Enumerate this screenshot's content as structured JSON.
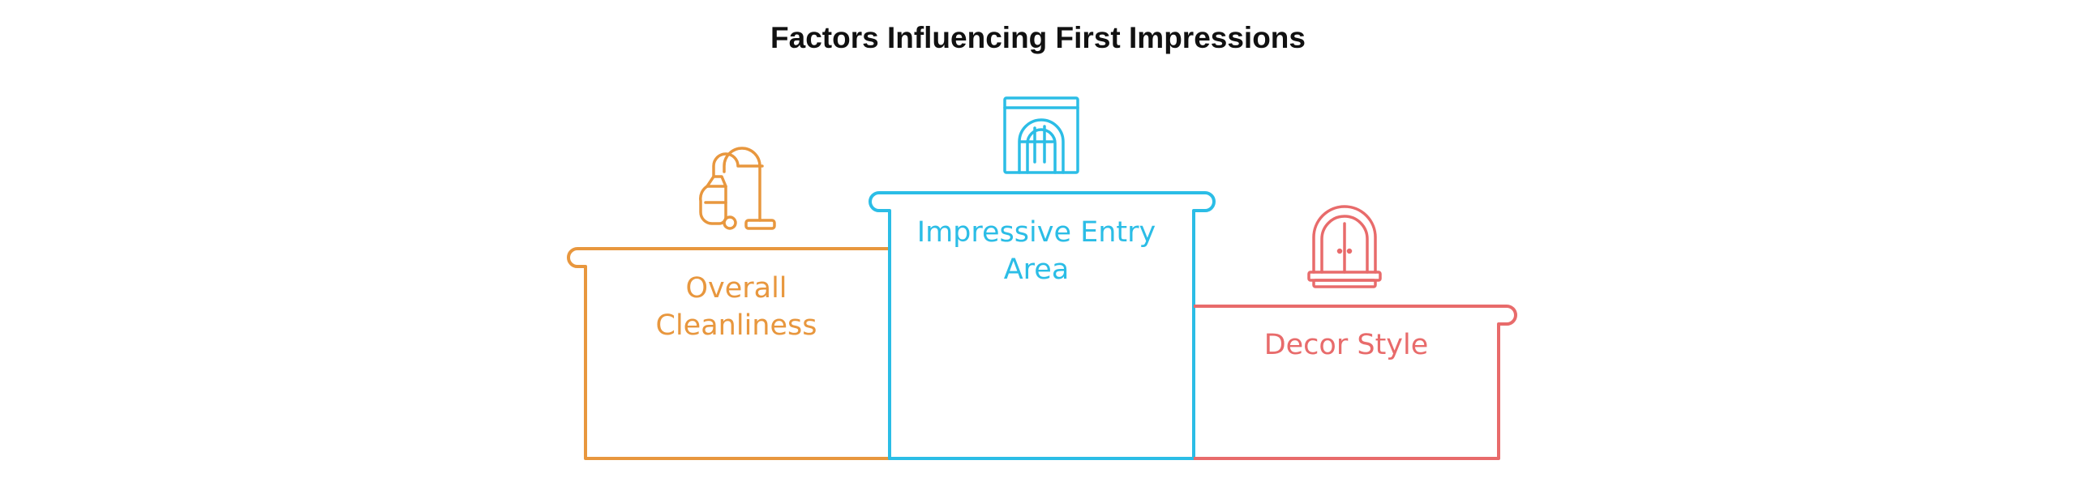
{
  "title": "Factors Influencing First Impressions",
  "colors": {
    "orange": "#E8973E",
    "blue": "#2BBDE6",
    "red": "#E86B6B"
  },
  "steps": [
    {
      "line1": "Overall",
      "line2": "Cleanliness",
      "icon": "vacuum-cleaner-icon",
      "color": "#E8973E"
    },
    {
      "line1": "Impressive Entry",
      "line2": "Area",
      "icon": "entry-door-icon",
      "color": "#2BBDE6"
    },
    {
      "line1": "Decor Style",
      "line2": "",
      "icon": "cabinet-icon",
      "color": "#E86B6B"
    }
  ]
}
